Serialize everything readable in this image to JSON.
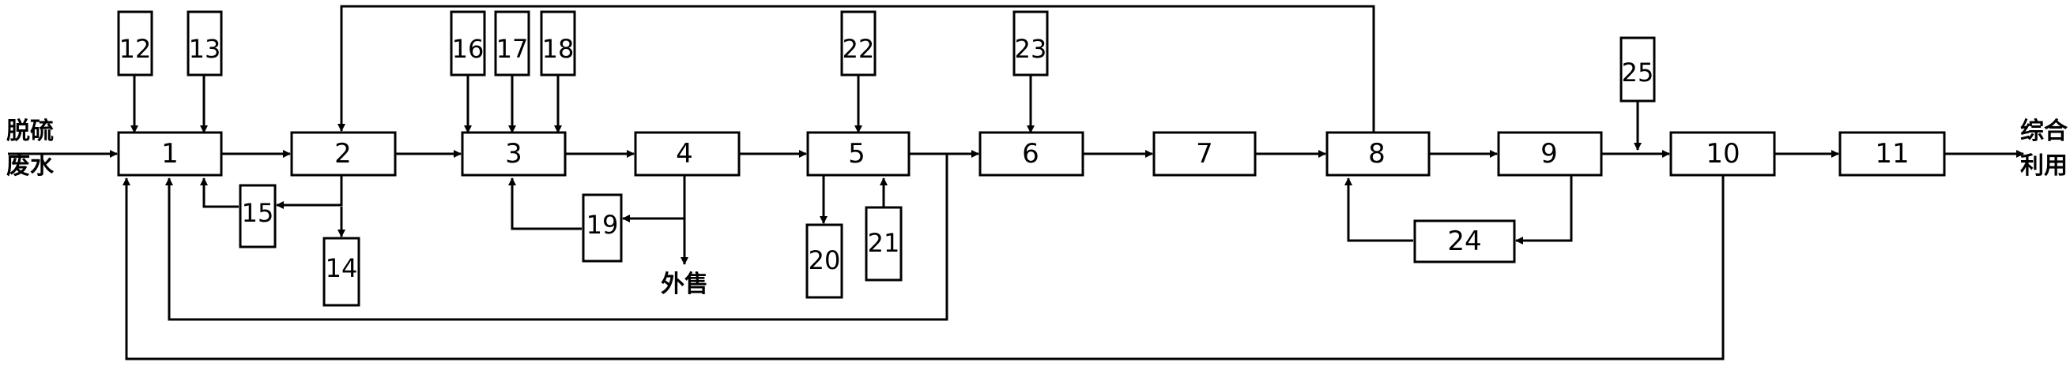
{
  "labels": {
    "input_line1": "脱硫",
    "input_line2": "废水",
    "output_line1": "综合",
    "output_line2": "利用",
    "sale": "外售"
  },
  "units": {
    "u1": "1",
    "u2": "2",
    "u3": "3",
    "u4": "4",
    "u5": "5",
    "u6": "6",
    "u7": "7",
    "u8": "8",
    "u9": "9",
    "u10": "10",
    "u11": "11",
    "u12": "12",
    "u13": "13",
    "u14": "14",
    "u15": "15",
    "u16": "16",
    "u17": "17",
    "u18": "18",
    "u19": "19",
    "u20": "20",
    "u21": "21",
    "u22": "22",
    "u23": "23",
    "u24": "24",
    "u25": "25"
  }
}
